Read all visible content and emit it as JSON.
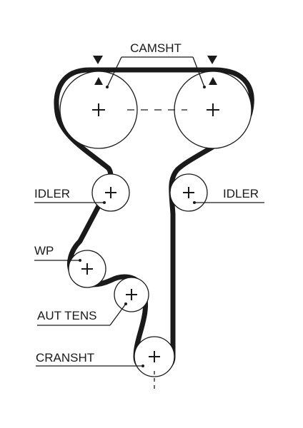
{
  "labels": {
    "camshaft": "CAMSHT",
    "idler_left": "IDLER",
    "idler_right": "IDLER",
    "water_pump": "WP",
    "auto_tensioner": "AUT TENS",
    "crankshaft": "CRANSHT"
  },
  "colors": {
    "belt": "#1a1a1a",
    "line": "#1a1a1a",
    "background": "#ffffff"
  },
  "icons": {
    "timing_marks": "triangle-marker-icon",
    "pulley_center": "plus-icon"
  }
}
